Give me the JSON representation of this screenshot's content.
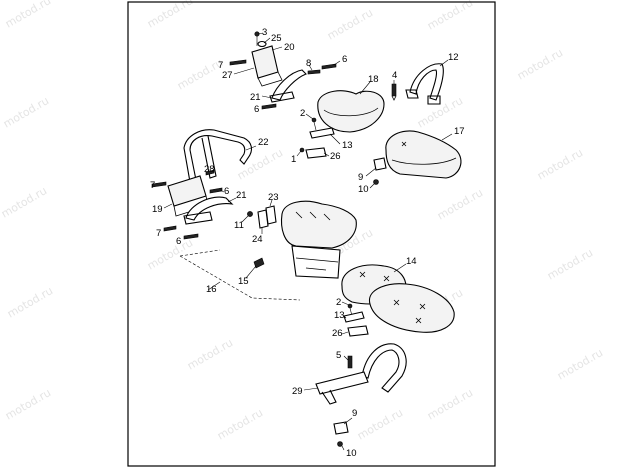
{
  "watermark": {
    "text": "motod.ru"
  },
  "callouts": {
    "c1": "1",
    "c2a": "2",
    "c2b": "2",
    "c3": "3",
    "c4": "4",
    "c5": "5",
    "c6a": "6",
    "c6b": "6",
    "c6c": "6",
    "c6d": "6",
    "c7a": "7",
    "c7b": "7",
    "c7c": "7",
    "c8": "8",
    "c9a": "9",
    "c9b": "9",
    "c10a": "10",
    "c10b": "10",
    "c11": "11",
    "c12": "12",
    "c13a": "13",
    "c13b": "13",
    "c14": "14",
    "c15": "15",
    "c16": "16",
    "c17": "17",
    "c18": "18",
    "c19": "19",
    "c20": "20",
    "c21a": "21",
    "c21b": "21",
    "c22": "22",
    "c23": "23",
    "c24": "24",
    "c25": "25",
    "c26a": "26",
    "c26b": "26",
    "c27": "27",
    "c28": "28",
    "c29": "29"
  }
}
